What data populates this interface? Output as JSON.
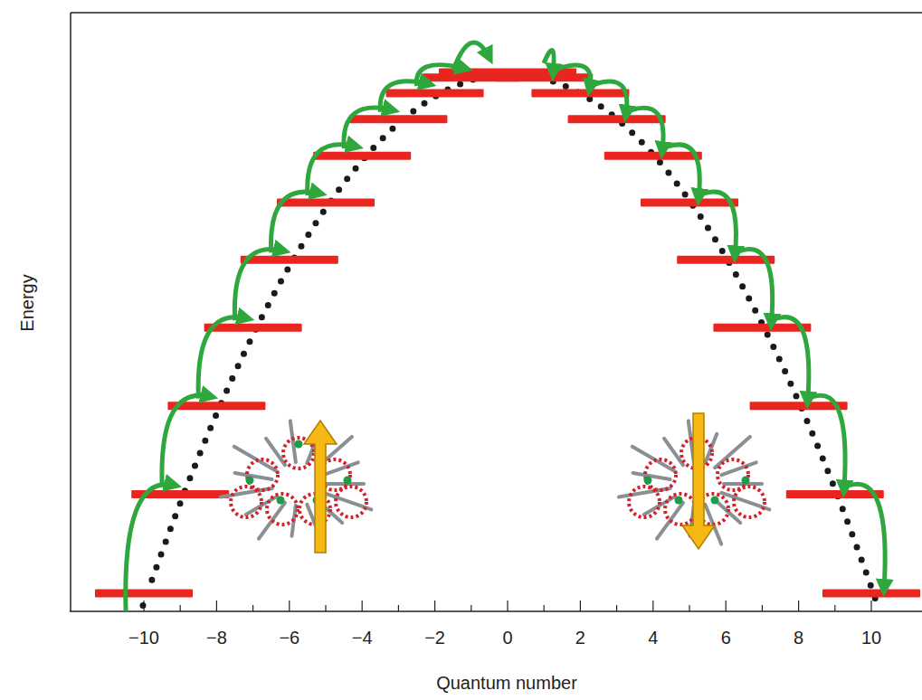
{
  "diagram": {
    "labels": [
      "Energy",
      "Quantum number",
      "−10",
      "−8",
      "−6",
      "−4",
      "−2",
      "0",
      "2",
      "4",
      "6",
      "8",
      "10"
    ]
  }
}
